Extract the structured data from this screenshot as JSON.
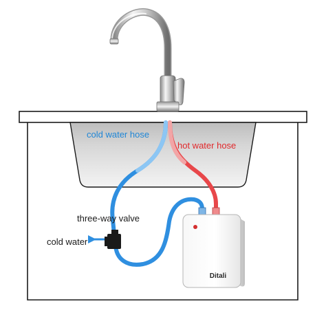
{
  "labels": {
    "cold_water_hose": "cold water hose",
    "hot_water_hose": "hot water hose",
    "three_way_valve": "three-way valve",
    "cold_water": "cold water"
  },
  "heater": {
    "brand": "Ditali"
  },
  "colors": {
    "cold": "#2f8fe0",
    "hot": "#e8474a",
    "cabinet_outline": "#1a1a1a",
    "sink_fill": "#cfcfcf"
  }
}
